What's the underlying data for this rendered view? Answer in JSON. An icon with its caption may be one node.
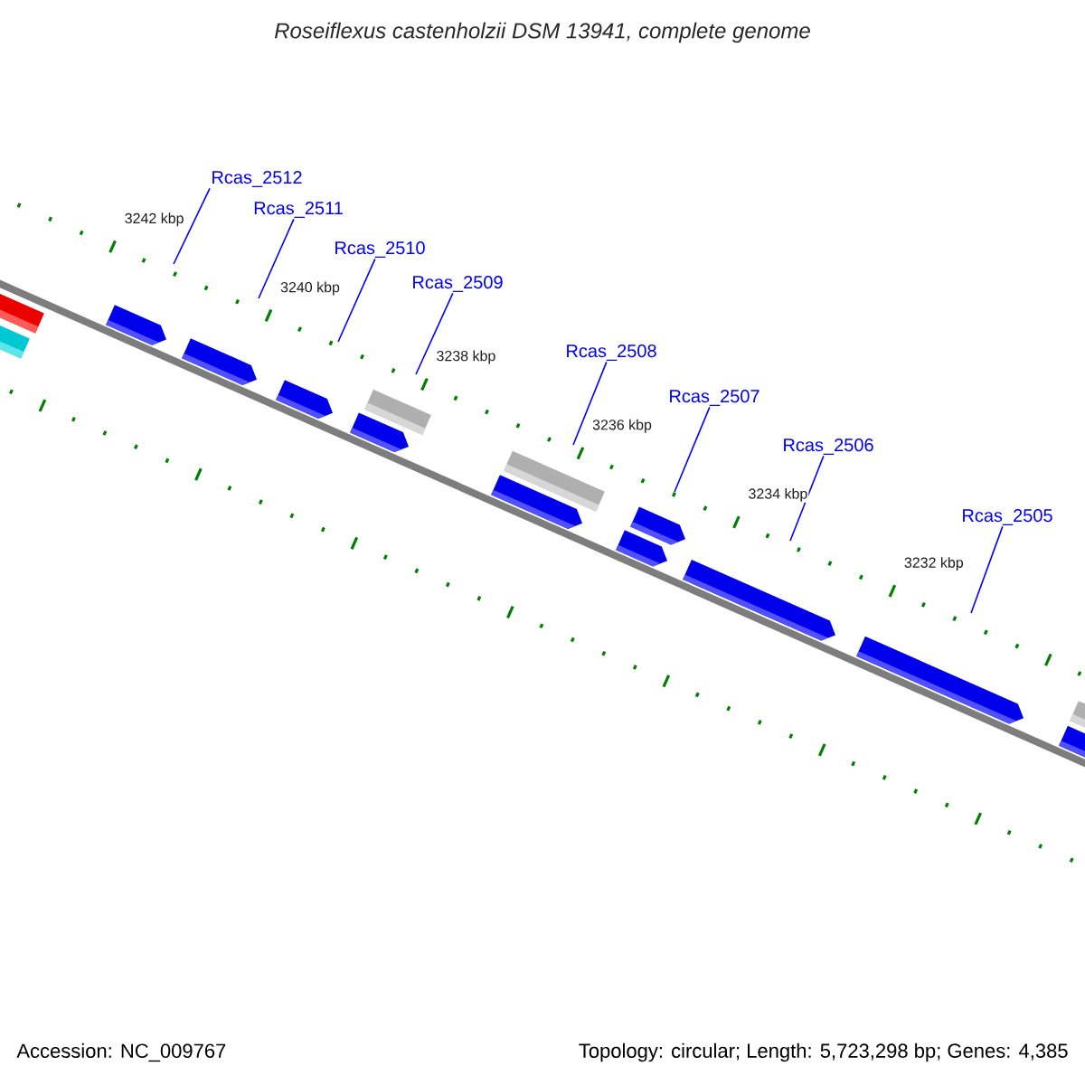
{
  "diagram": {
    "title": "Roseiflexus castenholzii DSM 13941, complete genome",
    "nodes": [
      {
        "text": [
          "Rcas_2512"
        ]
      },
      {
        "text": [
          "Rcas_2511"
        ]
      },
      {
        "text": [
          "Rcas_2510"
        ]
      },
      {
        "text": [
          "Rcas_2509"
        ]
      },
      {
        "text": [
          "Rcas_2508"
        ]
      },
      {
        "text": [
          "Rcas_2507"
        ]
      },
      {
        "text": [
          "Rcas_2506"
        ]
      },
      {
        "text": [
          "Rcas_2505"
        ]
      }
    ],
    "edges": [
      {
        "from": 0,
        "to": null,
        "arrow": "none"
      },
      {
        "from": 1,
        "to": null,
        "arrow": "none"
      },
      {
        "from": 2,
        "to": null,
        "arrow": "none"
      },
      {
        "from": 3,
        "to": null,
        "arrow": "none"
      },
      {
        "from": 4,
        "to": null,
        "arrow": "none"
      },
      {
        "from": 5,
        "to": null,
        "arrow": "none"
      },
      {
        "from": 6,
        "to": null,
        "arrow": "none"
      },
      {
        "from": 7,
        "to": null,
        "arrow": "none"
      }
    ],
    "labels": [
      "3242 kbp",
      "3240 kbp",
      "3238 kbp",
      "3236 kbp",
      "3234 kbp",
      "3232 kbp",
      "Accession: NC_009767",
      "Topology: circular; Length: 5,723,298 bp; Genes: 4,385"
    ]
  }
}
